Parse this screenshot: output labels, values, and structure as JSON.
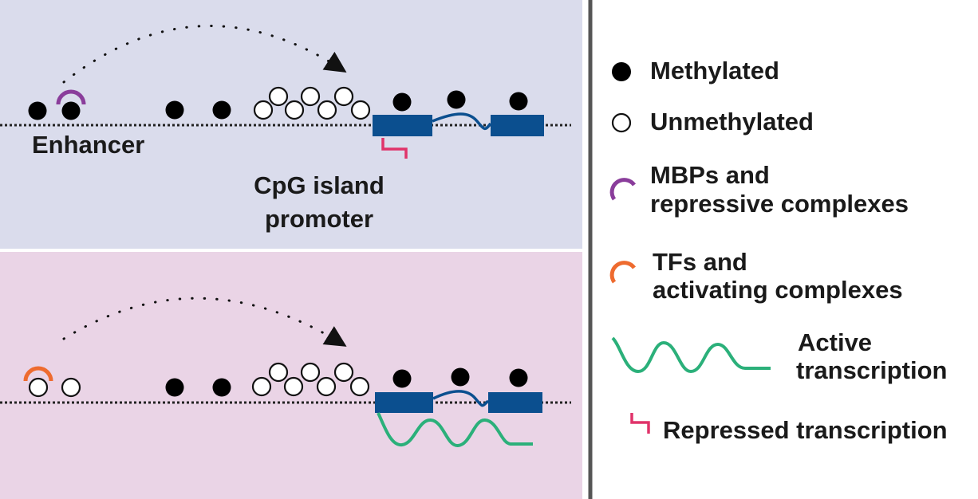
{
  "panels": {
    "top": {
      "enhancer_label": "Enhancer",
      "promoter_label_line1": "CpG island",
      "promoter_label_line2": "promoter",
      "background_color": "#dadcec"
    },
    "bottom": {
      "background_color": "#ead4e6"
    }
  },
  "legend": {
    "methylated": "Methylated",
    "unmethylated": "Unmethylated",
    "mbp_line1": "MBPs and",
    "mbp_line2": "repressive complexes",
    "tf_line1": "TFs and",
    "tf_line2": "activating complexes",
    "active_line1": "Active",
    "active_line2": "transcription",
    "repressed": "Repressed transcription"
  },
  "colors": {
    "gene_block": "#0b4f8f",
    "mbp_arc": "#8a3d9b",
    "tf_arc": "#ee6b2f",
    "active_transcript": "#2bb07a",
    "repressed_mark": "#e0336a",
    "methylated_dot": "#000000",
    "divider": "#555555"
  }
}
